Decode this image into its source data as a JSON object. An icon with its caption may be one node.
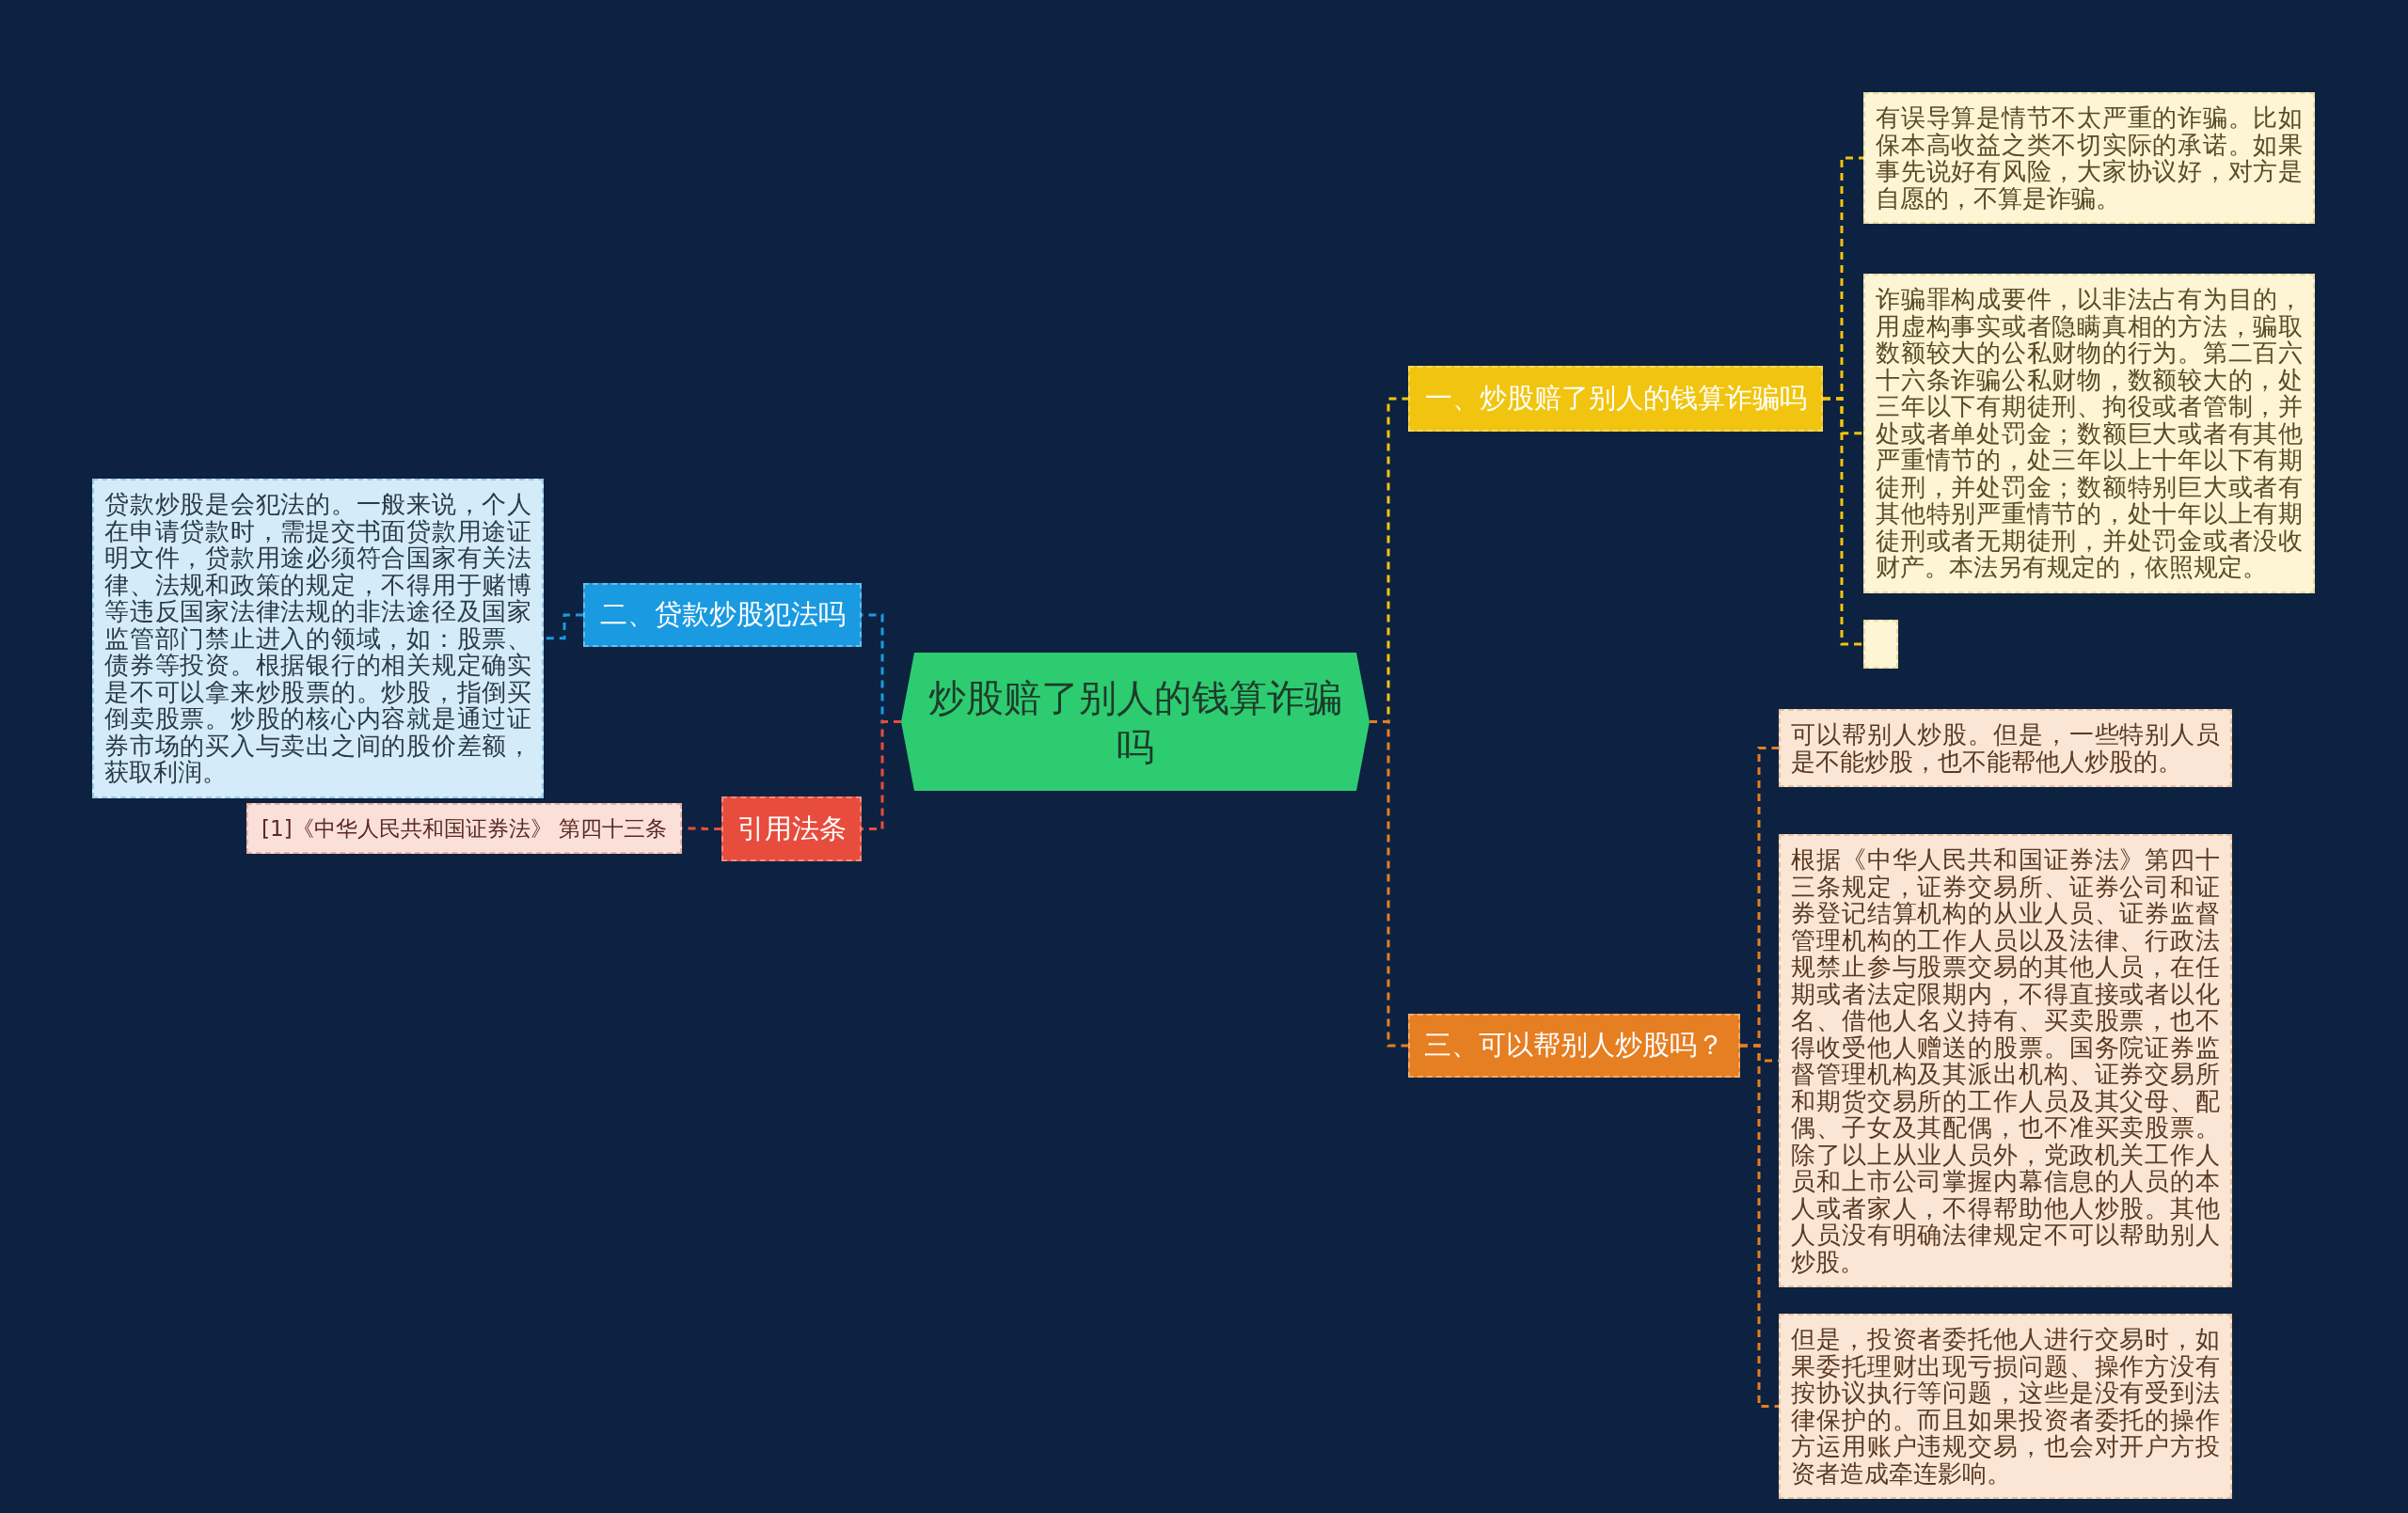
{
  "diagram": {
    "nodes": [
      {
        "text": [
          "炒股赔了别人的钱算诈骗吗"
        ]
      },
      {
        "text": [
          "一、炒股赔了别人的钱算诈骗吗"
        ]
      },
      {
        "text": [
          "有误导算是情节不太严重的诈骗。比如保本高收益之类不切实际的承诺。如果事先说好有风险，大家协议好，对方是自愿的，不算是诈骗。"
        ]
      },
      {
        "text": [
          "诈骗罪构成要件，以非法占有为目的，用虚构事实或者隐瞒真相的方法，骗取数额较大的公私财物的行为。第二百六十六条诈骗公私财物，数额较大的，处三年以下有期徒刑、拘役或者管制，并处或者单处罚金；数额巨大或者有其他严重情节的，处三年以上十年以下有期徒刑，并处罚金；数额特别巨大或者有其他特别严重情节的，处十年以上有期徒刑或者无期徒刑，并处罚金或者没收财产。本法另有规定的，依照规定。"
        ]
      },
      {
        "text": [],
        "shape": "box"
      },
      {
        "text": [
          "二、贷款炒股犯法吗"
        ]
      },
      {
        "text": [
          "贷款炒股是会犯法的。一般来说，个人在申请贷款时，需提交书面贷款用途证明文件，贷款用途必须符合国家有关法律、法规和政策的规定，不得用于赌博等违反国家法律法规的非法途径及国家监管部门禁止进入的领域，如：股票、债券等投资。根据银行的相关规定确实是不可以拿来炒股票的。炒股，指倒买倒卖股票。炒股的核心内容就是通过证券市场的买入与卖出之间的股价差额，获取利润。"
        ]
      },
      {
        "text": [
          "引用法条"
        ]
      },
      {
        "text": [
          "[1]《中华人民共和国证券法》 第四十三条"
        ]
      },
      {
        "text": [
          "三、可以帮别人炒股吗？"
        ]
      },
      {
        "text": [
          "可以帮别人炒股。但是，一些特别人员是不能炒股，也不能帮他人炒股的。"
        ]
      },
      {
        "text": [
          "根据《中华人民共和国证券法》第四十三条规定，证券交易所、证券公司和证券登记结算机构的从业人员、证券监督管理机构的工作人员以及法律、行政法规禁止参与股票交易的其他人员，在任期或者法定限期内，不得直接或者以化名、借他人名义持有、买卖股票，也不得收受他人赠送的股票。国务院证券监督管理机构及其派出机构、证券交易所和期货交易所的工作人员及其父母、配偶、子女及其配偶，也不准买卖股票。除了以上从业人员外，党政机关工作人员和上市公司掌握内幕信息的人员的本人或者家人，不得帮助他人炒股。其他人员没有明确法律规定不可以帮助别人炒股。"
        ]
      },
      {
        "text": [
          "但是，投资者委托他人进行交易时，如果委托理财出现亏损问题、操作方没有按协议执行等问题，这些是没有受到法律保护的。而且如果投资者委托的操作方运用账户违规交易，也会对开户方投资者造成牵连影响。"
        ]
      }
    ],
    "edges": [
      {
        "from": 0,
        "to": 1,
        "arrow": "none",
        "style": "dashed",
        "color": "#f1c40f"
      },
      {
        "from": 1,
        "to": 2,
        "arrow": "none",
        "style": "dashed",
        "color": "#f1c40f"
      },
      {
        "from": 1,
        "to": 3,
        "arrow": "none",
        "style": "dashed",
        "color": "#f1c40f"
      },
      {
        "from": 1,
        "to": 4,
        "arrow": "none",
        "style": "dashed",
        "color": "#f1c40f"
      },
      {
        "from": 0,
        "to": 5,
        "arrow": "none",
        "style": "dashed",
        "color": "#1a9ae0"
      },
      {
        "from": 5,
        "to": 6,
        "arrow": "none",
        "style": "dashed",
        "color": "#1a9ae0"
      },
      {
        "from": 0,
        "to": 7,
        "arrow": "none",
        "style": "dashed",
        "color": "#e74c3c"
      },
      {
        "from": 7,
        "to": 8,
        "arrow": "none",
        "style": "dashed",
        "color": "#e74c3c"
      },
      {
        "from": 0,
        "to": 9,
        "arrow": "none",
        "style": "dashed",
        "color": "#e67e22"
      },
      {
        "from": 9,
        "to": 10,
        "arrow": "none",
        "style": "dashed",
        "color": "#e67e22"
      },
      {
        "from": 9,
        "to": 11,
        "arrow": "none",
        "style": "dashed",
        "color": "#e67e22"
      },
      {
        "from": 9,
        "to": 12,
        "arrow": "none",
        "style": "dashed",
        "color": "#e67e22"
      }
    ]
  }
}
